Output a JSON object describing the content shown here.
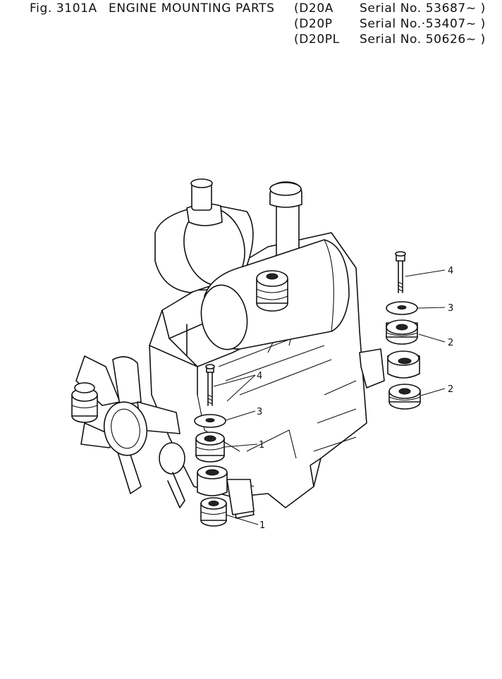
{
  "header": {
    "fig_label": "Fig. 3101A",
    "title": "ENGINE MOUNTING PARTS",
    "rows": [
      {
        "model": "(D20A",
        "serial": "Serial No. 53687~ )"
      },
      {
        "model": "(D20P",
        "serial": "Serial No.·53407~ )"
      },
      {
        "model": "(D20PL",
        "serial": "Serial No. 50626~ )"
      }
    ]
  },
  "callouts": {
    "right_bolt": "4",
    "right_washer": "3",
    "right_upper_cushion": "2",
    "right_lower_cushion": "2",
    "center_bolt": "4",
    "center_washer": "3",
    "center_upper_cushion": "1",
    "center_lower_cushion": "1"
  }
}
